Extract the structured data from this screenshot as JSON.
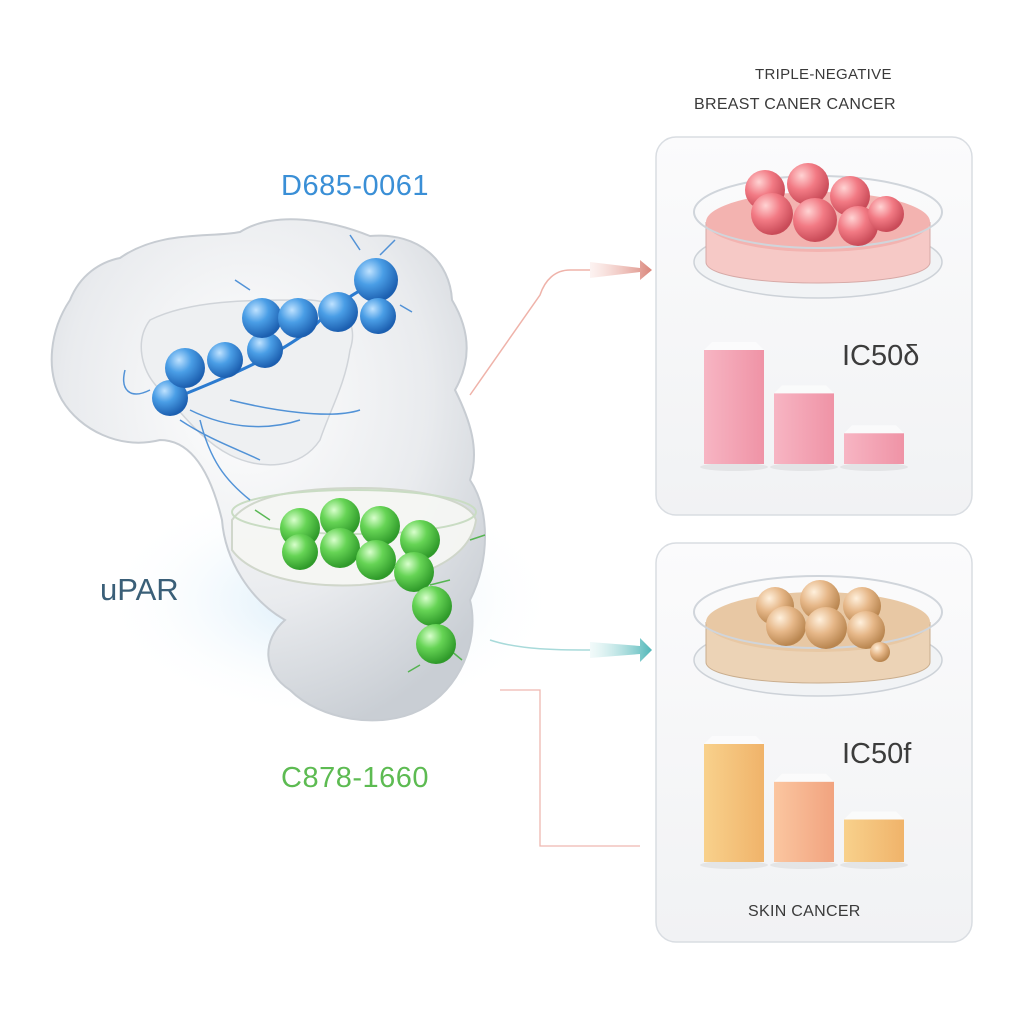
{
  "labels": {
    "compound_blue": "D685-0061",
    "protein": "uPAR",
    "compound_green": "C878-1660",
    "panel_top_title_line1": "TRIPLE-NEGATIVE",
    "panel_top_title_line2": "BREAST CANER CANCER",
    "panel_top_ic": "IC50δ",
    "panel_bottom_ic": "IC50f",
    "panel_bottom_title": "SKIN CANCER"
  },
  "bar_levels": {
    "top_panel": [
      1.0,
      0.62,
      0.27
    ],
    "bottom_panel": [
      1.0,
      0.68,
      0.36
    ]
  },
  "colors": {
    "blue_molecule": "#3d8fe0",
    "green_molecule": "#5ccf4f",
    "pink_cells": "#f27a84",
    "tan_cells": "#e2b488",
    "pink_bars": "#f5a7b7",
    "orange_bars": "#f4c27a",
    "arrow_pink": "#e59a90",
    "arrow_teal": "#6ec7c8"
  },
  "icons": [
    "protein-surface",
    "petri-dish",
    "bar-chart",
    "arrow"
  ]
}
